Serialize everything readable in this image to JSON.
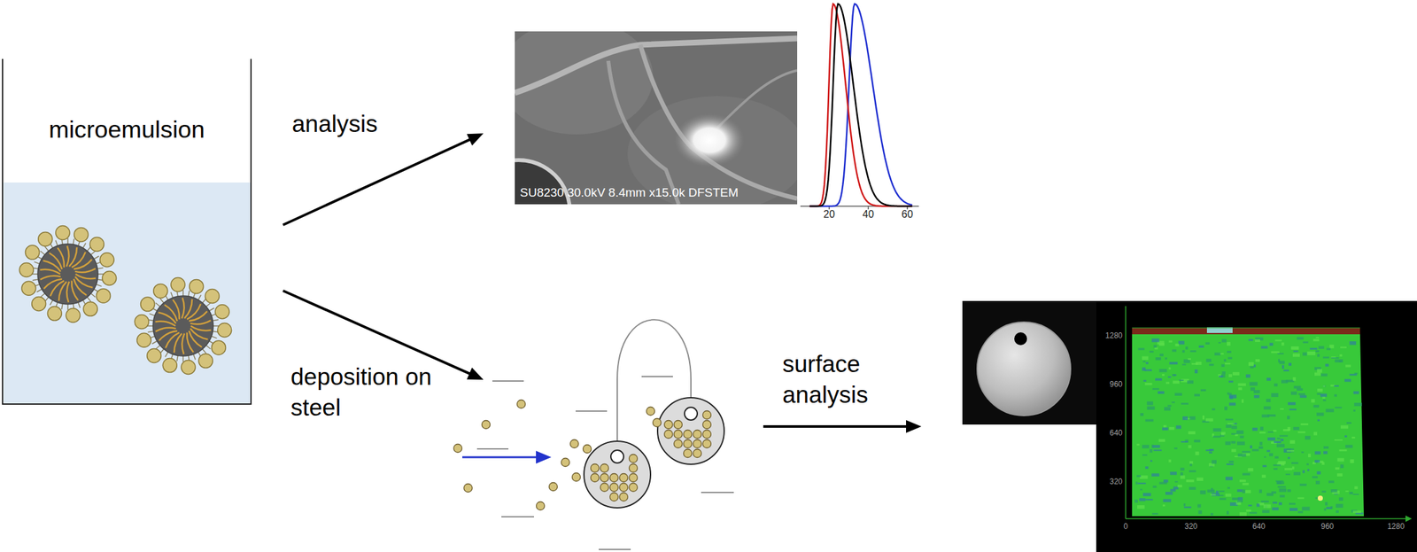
{
  "diagram": {
    "nodes": [
      {
        "text": [
          "microemulsion"
        ]
      },
      {
        "text": [
          "SU8230 30.0kV 8.4mm x15.0k DFSTEM"
        ]
      }
    ],
    "edges": [
      {
        "from": 0,
        "to": 1,
        "label": "analysis",
        "arrow": "to"
      }
    ],
    "labels": [
      "deposition on steel",
      "surface analysis",
      "20",
      "40",
      "60",
      "0",
      "320",
      "640",
      "960",
      "1280",
      "1280",
      "960",
      "640",
      "320"
    ]
  }
}
